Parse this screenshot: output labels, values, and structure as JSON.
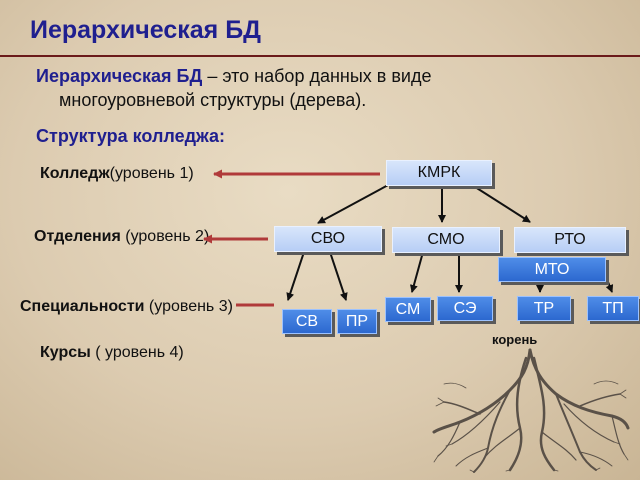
{
  "title": "Иерархическая БД",
  "definition": {
    "term": "Иерархическая БД",
    "rest_line1": " – это набор данных в виде",
    "line2": "многоуровневой структуры (дерева)."
  },
  "structure_heading": "Структура колледжа:",
  "levels": {
    "college": {
      "bold": "Колледж",
      "text": "(уровень 1)"
    },
    "departments": {
      "bold": "Отделения",
      "text": " (уровень 2)"
    },
    "specialties": {
      "bold": "Специальности",
      "text": " (уровень 3)"
    },
    "courses": {
      "bold": "Курсы",
      "text": " ( уровень 4)"
    }
  },
  "nodes": {
    "root": "КМРК",
    "svo": "СВО",
    "smo": "СМО",
    "rto": "РТО",
    "mto": "МТО",
    "sv": "СВ",
    "pr": "ПР",
    "sm": "СМ",
    "se": "СЭ",
    "tr": "ТР",
    "tp": "ТП"
  },
  "root_illustration_label": "корень",
  "colors": {
    "title": "#1f1f8f",
    "arrow_red": "#b03a3a",
    "node_blue": "#2c68cf"
  }
}
